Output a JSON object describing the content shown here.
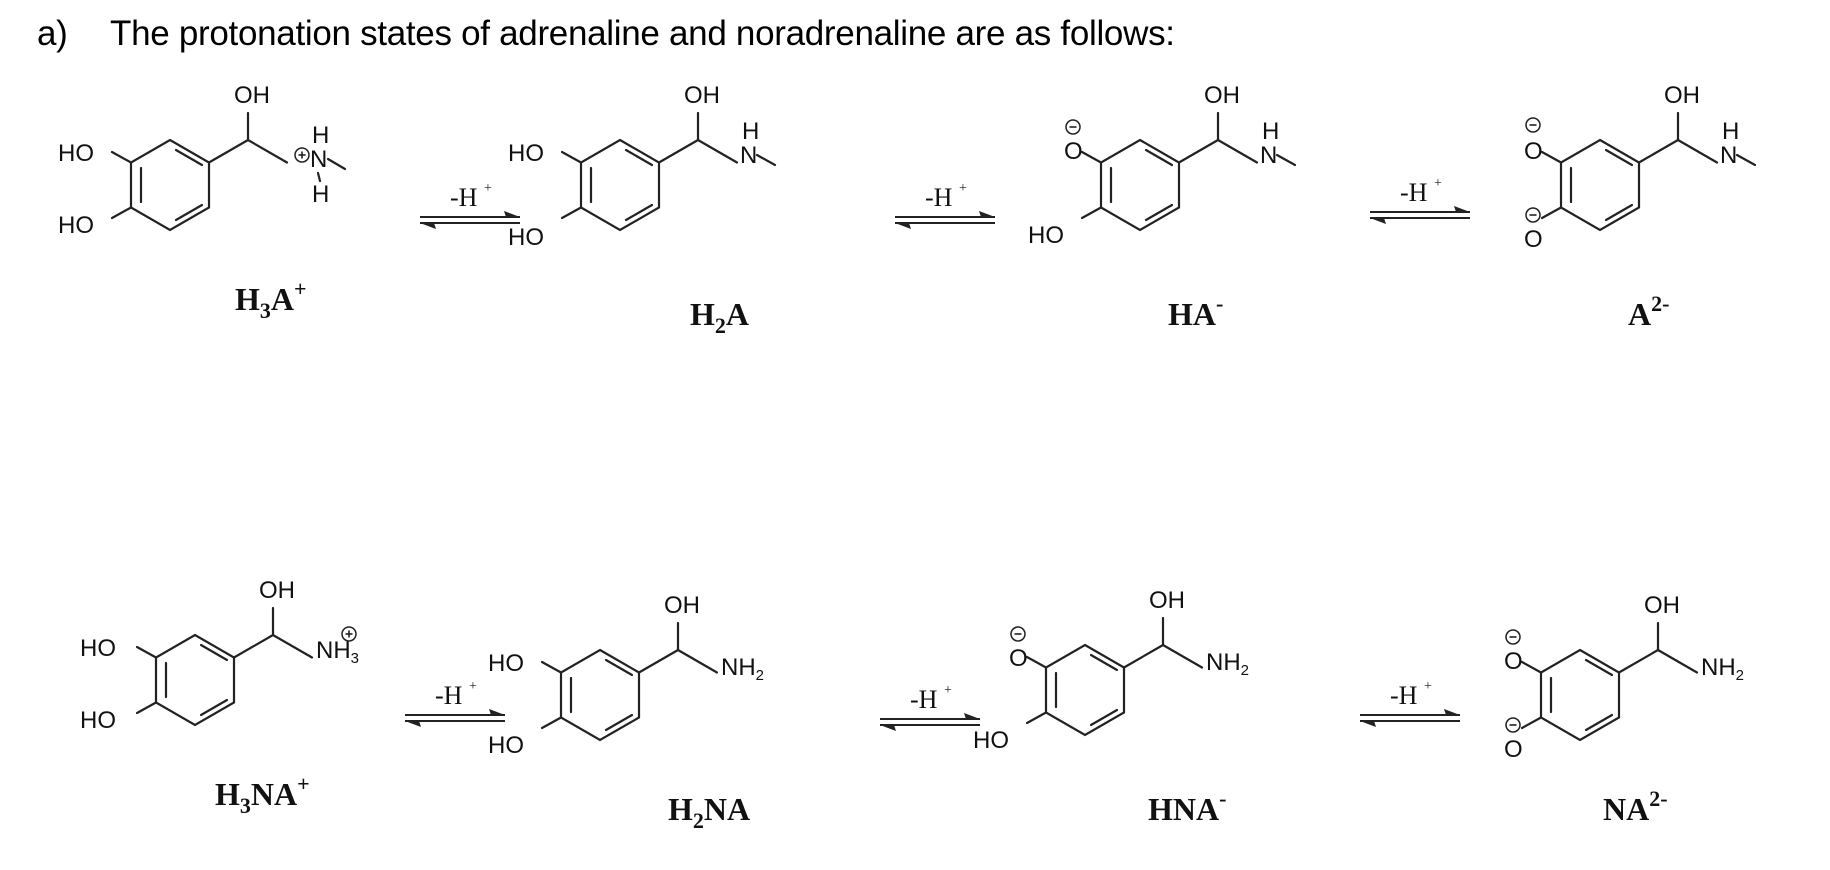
{
  "title": {
    "part": "a)",
    "text": "The protonation states of adrenaline and noradrenaline are as follows:"
  },
  "atoms": {
    "HO": "HO",
    "OH": "OH",
    "O": "O",
    "N": "N",
    "H": "H",
    "NH": "NH",
    "sub2": "2",
    "sub3": "3",
    "plus": "+",
    "minus": "−"
  },
  "arrow_label": {
    "text": "-H",
    "sup": "+"
  },
  "adrenaline_row": {
    "species": [
      {
        "base": "H",
        "sub": "3",
        "rest": "A",
        "sup": "+",
        "amine": "NH2+ (N-methyl, protonated)",
        "phenol_1": "HO",
        "phenol_2": "HO"
      },
      {
        "base": "H",
        "sub": "2",
        "rest": "A",
        "sup": "",
        "amine": "NH (N-methyl)",
        "phenol_1": "HO",
        "phenol_2": "HO"
      },
      {
        "base": "HA",
        "sub": "",
        "rest": "",
        "sup": "-",
        "amine": "NH (N-methyl)",
        "phenol_1": "O-",
        "phenol_2": "HO"
      },
      {
        "base": "A",
        "sub": "",
        "rest": "",
        "sup": "2-",
        "amine": "NH (N-methyl)",
        "phenol_1": "O-",
        "phenol_2": "O-"
      }
    ]
  },
  "noradrenaline_row": {
    "species": [
      {
        "base": "H",
        "sub": "3",
        "rest": "NA",
        "sup": "+",
        "amine": "NH3+",
        "phenol_1": "HO",
        "phenol_2": "HO"
      },
      {
        "base": "H",
        "sub": "2",
        "rest": "NA",
        "sup": "",
        "amine": "NH2",
        "phenol_1": "HO",
        "phenol_2": "HO"
      },
      {
        "base": "HNA",
        "sub": "",
        "rest": "",
        "sup": "-",
        "amine": "NH2",
        "phenol_1": "O-",
        "phenol_2": "HO"
      },
      {
        "base": "NA",
        "sub": "",
        "rest": "",
        "sup": "2-",
        "amine": "NH2",
        "phenol_1": "O-",
        "phenol_2": "O-"
      }
    ]
  },
  "colors": {
    "ink": "#111111",
    "background": "#ffffff"
  }
}
